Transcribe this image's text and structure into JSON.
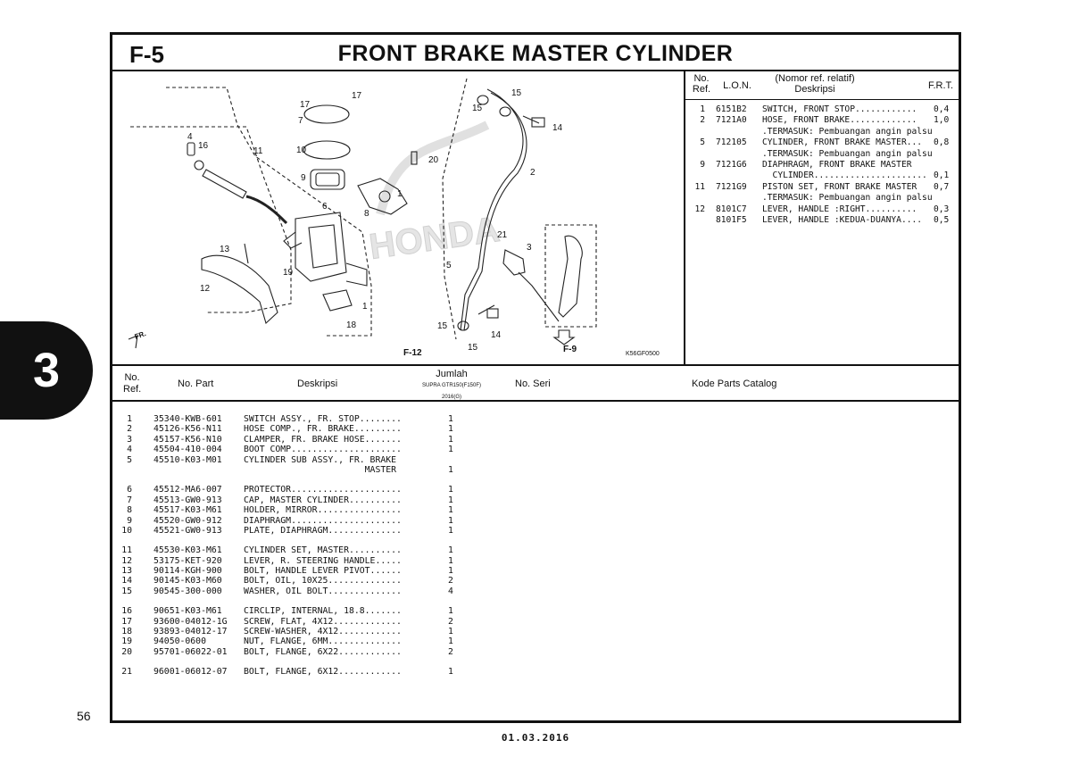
{
  "header": {
    "section_code": "F-5",
    "title": "FRONT BRAKE MASTER CYLINDER"
  },
  "diagram": {
    "callouts": [
      "17",
      "17",
      "15",
      "15",
      "7",
      "14",
      "4",
      "16",
      "11",
      "10",
      "20",
      "9",
      "2",
      "8",
      "1",
      "6",
      "21",
      "3",
      "13",
      "5",
      "19",
      "12",
      "18",
      "1",
      "15",
      "14",
      "15",
      "F-12",
      "F-9"
    ],
    "figure_code": "K56GF0500",
    "direction_label": "FR.",
    "watermark": "HONDA"
  },
  "ref_table": {
    "headers": {
      "no": "No.",
      "ref": "Ref.",
      "lon": "L.O.N.",
      "nomor": "(Nomor ref. relatif)",
      "deskripsi": "Deskripsi",
      "frt": "F.R.T."
    },
    "rows": [
      {
        "no": "1",
        "lon": "6151B2",
        "desc": "SWITCH, FRONT STOP............",
        "frt": "0,4"
      },
      {
        "no": "2",
        "lon": "7121A0",
        "desc": "HOSE, FRONT BRAKE.............",
        "frt": "1,0"
      },
      {
        "no": "",
        "lon": "",
        "desc": ".TERMASUK: Pembuangan angin palsu",
        "frt": ""
      },
      {
        "no": "5",
        "lon": "712105",
        "desc": "CYLINDER, FRONT BRAKE MASTER...",
        "frt": "0,8"
      },
      {
        "no": "",
        "lon": "",
        "desc": ".TERMASUK: Pembuangan angin palsu",
        "frt": ""
      },
      {
        "no": "9",
        "lon": "7121G6",
        "desc": "DIAPHRAGM, FRONT BRAKE MASTER",
        "frt": ""
      },
      {
        "no": "",
        "lon": "",
        "desc": "  CYLINDER......................",
        "frt": "0,1"
      },
      {
        "no": "11",
        "lon": "7121G9",
        "desc": "PISTON SET, FRONT BRAKE MASTER",
        "frt": "0,7"
      },
      {
        "no": "",
        "lon": "",
        "desc": ".TERMASUK: Pembuangan angin palsu",
        "frt": ""
      },
      {
        "no": "12",
        "lon": "8101C7",
        "desc": "LEVER, HANDLE :RIGHT..........",
        "frt": "0,3"
      },
      {
        "no": "",
        "lon": "8101F5",
        "desc": "LEVER, HANDLE :KEDUA-DUANYA....",
        "frt": "0,5"
      }
    ]
  },
  "parts_table": {
    "headers": {
      "no": "No.",
      "ref": "Ref.",
      "part_no": "No. Part",
      "deskripsi": "Deskripsi",
      "jumlah": "Jumlah",
      "model": "SUPRA GTR150",
      "model_code": "(F150F)",
      "year": "2016",
      "year_code": "(G)",
      "seri": "No. Seri",
      "catalog": "Kode Parts Catalog"
    },
    "groups": [
      [
        {
          "no": "1",
          "part": "35340-KWB-601",
          "desc": "SWITCH ASSY., FR. STOP........",
          "qty": "1"
        },
        {
          "no": "2",
          "part": "45126-K56-N11",
          "desc": "HOSE COMP., FR. BRAKE.........",
          "qty": "1"
        },
        {
          "no": "3",
          "part": "45157-K56-N10",
          "desc": "CLAMPER, FR. BRAKE HOSE.......",
          "qty": "1"
        },
        {
          "no": "4",
          "part": "45504-410-004",
          "desc": "BOOT COMP.....................",
          "qty": "1"
        },
        {
          "no": "5",
          "part": "45510-K03-M01",
          "desc": "CYLINDER SUB ASSY., FR. BRAKE",
          "qty": ""
        },
        {
          "no": "",
          "part": "",
          "desc": "                       MASTER",
          "qty": "1"
        }
      ],
      [
        {
          "no": "6",
          "part": "45512-MA6-007",
          "desc": "PROTECTOR.....................",
          "qty": "1"
        },
        {
          "no": "7",
          "part": "45513-GW0-913",
          "desc": "CAP, MASTER CYLINDER..........",
          "qty": "1"
        },
        {
          "no": "8",
          "part": "45517-K03-M61",
          "desc": "HOLDER, MIRROR................",
          "qty": "1"
        },
        {
          "no": "9",
          "part": "45520-GW0-912",
          "desc": "DIAPHRAGM.....................",
          "qty": "1"
        },
        {
          "no": "10",
          "part": "45521-GW0-913",
          "desc": "PLATE, DIAPHRAGM..............",
          "qty": "1"
        }
      ],
      [
        {
          "no": "11",
          "part": "45530-K03-M61",
          "desc": "CYLINDER SET, MASTER..........",
          "qty": "1"
        },
        {
          "no": "12",
          "part": "53175-KET-920",
          "desc": "LEVER, R. STEERING HANDLE.....",
          "qty": "1"
        },
        {
          "no": "13",
          "part": "90114-KGH-900",
          "desc": "BOLT, HANDLE LEVER PIVOT......",
          "qty": "1"
        },
        {
          "no": "14",
          "part": "90145-K03-M60",
          "desc": "BOLT, OIL, 10X25..............",
          "qty": "2"
        },
        {
          "no": "15",
          "part": "90545-300-000",
          "desc": "WASHER, OIL BOLT..............",
          "qty": "4"
        }
      ],
      [
        {
          "no": "16",
          "part": "90651-K03-M61",
          "desc": "CIRCLIP, INTERNAL, 18.8.......",
          "qty": "1"
        },
        {
          "no": "17",
          "part": "93600-04012-1G",
          "desc": "SCREW, FLAT, 4X12.............",
          "qty": "2"
        },
        {
          "no": "18",
          "part": "93893-04012-17",
          "desc": "SCREW-WASHER, 4X12............",
          "qty": "1"
        },
        {
          "no": "19",
          "part": "94050-0600",
          "desc": "NUT, FLANGE, 6MM..............",
          "qty": "1"
        },
        {
          "no": "20",
          "part": "95701-06022-01",
          "desc": "BOLT, FLANGE, 6X22............",
          "qty": "2"
        }
      ],
      [
        {
          "no": "21",
          "part": "96001-06012-07",
          "desc": "BOLT, FLANGE, 6X12............",
          "qty": "1"
        }
      ]
    ]
  },
  "chapter_tab": "3",
  "page_number": "56",
  "footer_date": "01.03.2016"
}
